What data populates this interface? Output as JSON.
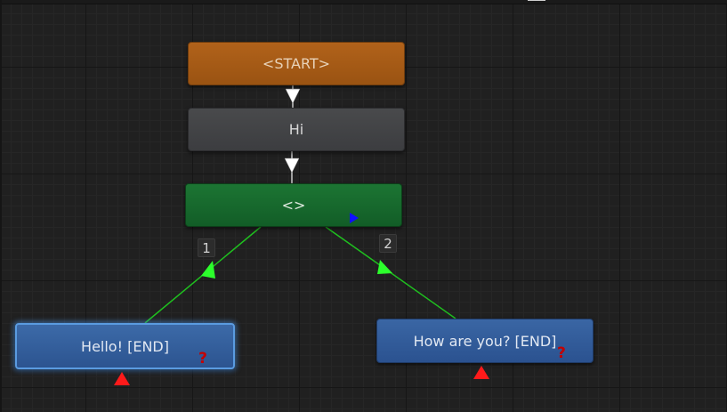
{
  "nodes": {
    "start": {
      "label": "<START>"
    },
    "hi": {
      "label": "Hi"
    },
    "choice": {
      "label": "<>"
    },
    "hello": {
      "label": "Hello! [END]"
    },
    "how_are_you": {
      "label": "How are you? [END]"
    }
  },
  "connections": {
    "choice_1": "1",
    "choice_2": "2"
  },
  "markers": {
    "missing_audio": "?"
  },
  "colors": {
    "start_node": "#a95b17",
    "dialogue_node": "#444547",
    "choice_node": "#176a2e",
    "end_node": "#3460a0",
    "selected_outline": "#5a9be0",
    "choice_wire": "#1fbf1f",
    "choice_arrow": "#2cff2c",
    "flow_arrow": "#ffffff",
    "warning": "#ff1a1a",
    "question": "#c40000",
    "output_port": "#1010ff"
  },
  "icons": {
    "flow_arrow": "flow-arrow-icon",
    "choice_arrow": "choice-arrow-icon",
    "warning": "warning-triangle-icon",
    "question": "question-mark-icon",
    "output_port": "output-port-icon"
  }
}
